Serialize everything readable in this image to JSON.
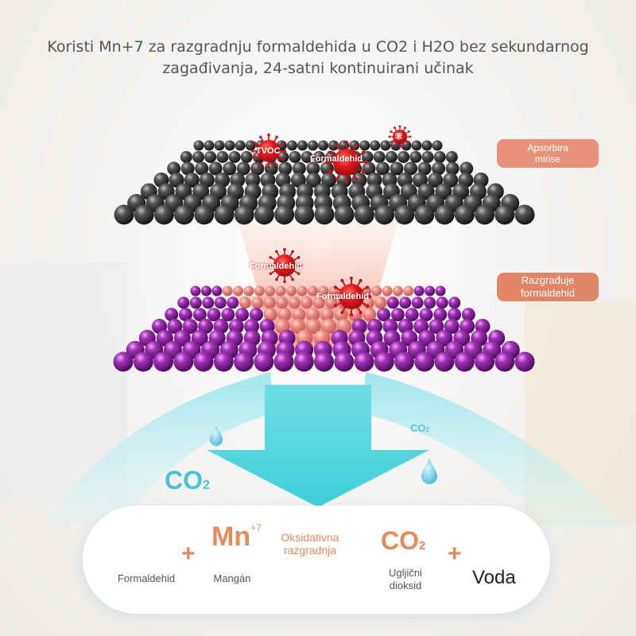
{
  "headline": {
    "line1": "Koristi Mn+7 za razgradnju formaldehida u CO2 i H2O bez sekundarnog",
    "line2": "zagađivanja, 24-satni kontinuirani učinak"
  },
  "labels": {
    "absorbs_line1": "Apsorbira",
    "absorbs_line2": "mirise",
    "decomposes_line1": "Razgrađuje",
    "decomposes_line2": "formaldehid"
  },
  "molecules": {
    "tvoc": "TVOC",
    "formaldehyde_top": "Formaldehid",
    "benzene_glyph": "苯",
    "formaldehyde_mid": "Formaldehid",
    "formaldehyde_low": "Formaldehid"
  },
  "flow": {
    "co2_small": "CO",
    "co2_small_sub": "2",
    "co2_large": "CO",
    "co2_large_sub": "2"
  },
  "equation": {
    "formaldehyde_caption": "Formaldehid",
    "plus1": "+",
    "mn_symbol": "Mn",
    "mn_superscript": "+7",
    "manganese_caption": "Mangán",
    "reaction_line1": "Oksidativna",
    "reaction_line2": "razgradnja",
    "co2_symbol": "CO",
    "co2_sub": "2",
    "co2_caption_line1": "Ugljični",
    "co2_caption_line2": "dioksid",
    "plus2": "+",
    "water_word": "Voda"
  },
  "colors": {
    "carbon_layer": "#3a3a3a",
    "manganese_layer": "#8e2aa0",
    "accent": "#e58a5b",
    "flow_cyan": "#5fd6e0",
    "label_pill": "#e58a6f",
    "virus_red": "#d8191c"
  }
}
